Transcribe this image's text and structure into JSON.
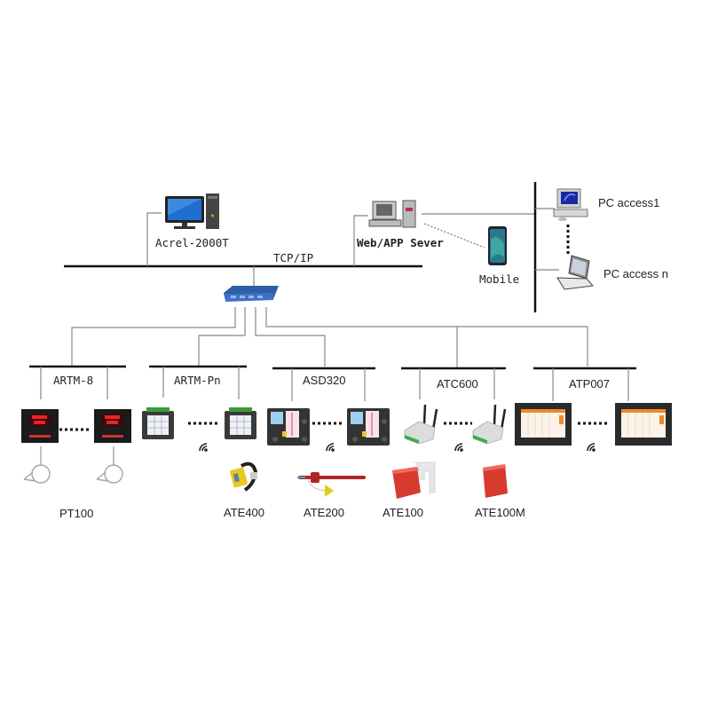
{
  "network": {
    "bus_label": "TCP/IP",
    "acrel_label": "Acrel-2000T",
    "web_server_label": "Web/APP Sever",
    "mobile_label": "Mobile",
    "pc_access1_label": "PC access1",
    "pc_accessn_label": "PC access n"
  },
  "groups": [
    {
      "name": "ARTM-8"
    },
    {
      "name": "ARTM-Pn"
    },
    {
      "name": "ASD320"
    },
    {
      "name": "ATC600"
    },
    {
      "name": "ATP007"
    }
  ],
  "sensors": [
    {
      "name": "PT100"
    },
    {
      "name": "ATE400"
    },
    {
      "name": "ATE200"
    },
    {
      "name": "ATE100"
    },
    {
      "name": "ATE100M"
    }
  ],
  "colors": {
    "line": "#888888",
    "bus": "#111111",
    "switch": "#2f5ea8",
    "monitor": "#1e6fd0",
    "sensor_red": "#d83a2e",
    "screen_orange": "#f08a2a"
  }
}
